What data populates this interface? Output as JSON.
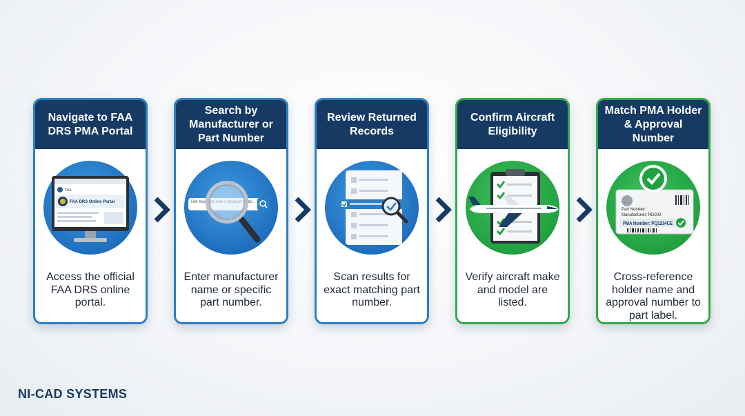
{
  "steps": [
    {
      "title": "Navigate to FAA DRS PMA Portal",
      "description": "Access the official FAA DRS online portal.",
      "screen_text": "FAA DRS Online Portal",
      "header_tag": "FAA"
    },
    {
      "title": "Search by Manufacturer or Part Number",
      "description": "Enter manufacturer name or specific part number.",
      "search_placeholder": "Enter manufacturer name or specific part number..."
    },
    {
      "title": "Review Returned Records",
      "description": "Scan results for exact matching part number."
    },
    {
      "title": "Confirm Aircraft Eligibility",
      "description": "Verify aircraft make and model are listed."
    },
    {
      "title": "Match PMA Holder & Approval Number",
      "description": "Cross-reference holder name and approval number to part label.",
      "label_part": "Part Number:",
      "label_mfr": "Manufacturer: RD002",
      "label_pma": "PMA Number: PQ1234CE"
    }
  ],
  "brand": "NI-CAD SYSTEMS",
  "colors": {
    "header": "#163a63",
    "blue": "#2a7fc7",
    "green": "#2eaa4a"
  }
}
